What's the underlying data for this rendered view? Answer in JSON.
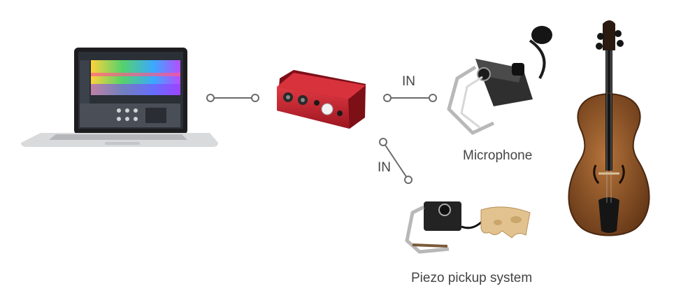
{
  "labels": {
    "in_top": "IN",
    "in_bottom": "IN",
    "microphone": "Microphone",
    "piezo": "Piezo pickup system"
  },
  "colors": {
    "connector": "#6b6b6b",
    "interface_red": "#c21f2a",
    "violin_wood": "#8a4e24",
    "laptop_silver": "#d9dadc"
  },
  "icons": [
    "laptop-icon",
    "audio-interface-icon",
    "clip-microphone-icon",
    "piezo-pickup-icon",
    "violin-icon"
  ]
}
